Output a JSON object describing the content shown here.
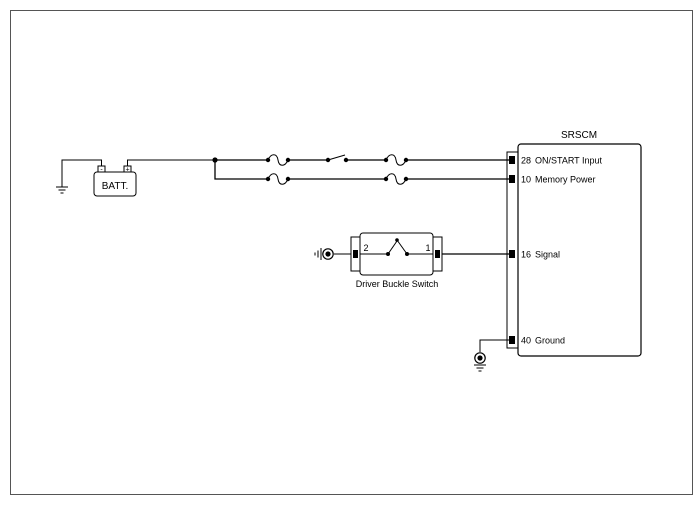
{
  "diagram": {
    "module": {
      "title": "SRSCM",
      "pins": [
        {
          "number": "28",
          "label": "ON/START Input"
        },
        {
          "number": "10",
          "label": "Memory Power"
        },
        {
          "number": "16",
          "label": "Signal"
        },
        {
          "number": "40",
          "label": "Ground"
        }
      ]
    },
    "battery": {
      "label": "BATT.",
      "neg_terminal": "-",
      "pos_terminal": "+"
    },
    "buckle_switch": {
      "label": "Driver Buckle Switch",
      "pin_left": "2",
      "pin_right": "1"
    },
    "grounds": [
      "chassis-ground",
      "body-ground",
      "module-ground"
    ]
  }
}
